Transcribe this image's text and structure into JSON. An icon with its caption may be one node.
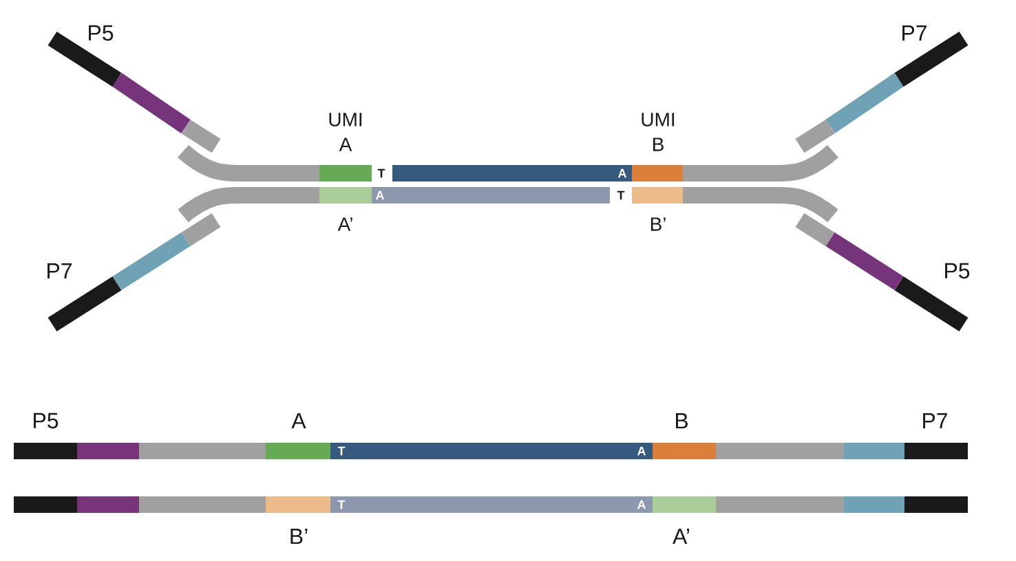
{
  "diagram": {
    "labels": [
      "P5",
      "P7",
      "UMI",
      "A",
      "UMI",
      "B",
      "T",
      "A",
      "A",
      "T",
      "A’",
      "B’",
      "P7",
      "P5",
      "P5",
      "A",
      "B",
      "P7",
      "T",
      "A",
      "T",
      "A",
      "B’",
      "A’"
    ]
  }
}
